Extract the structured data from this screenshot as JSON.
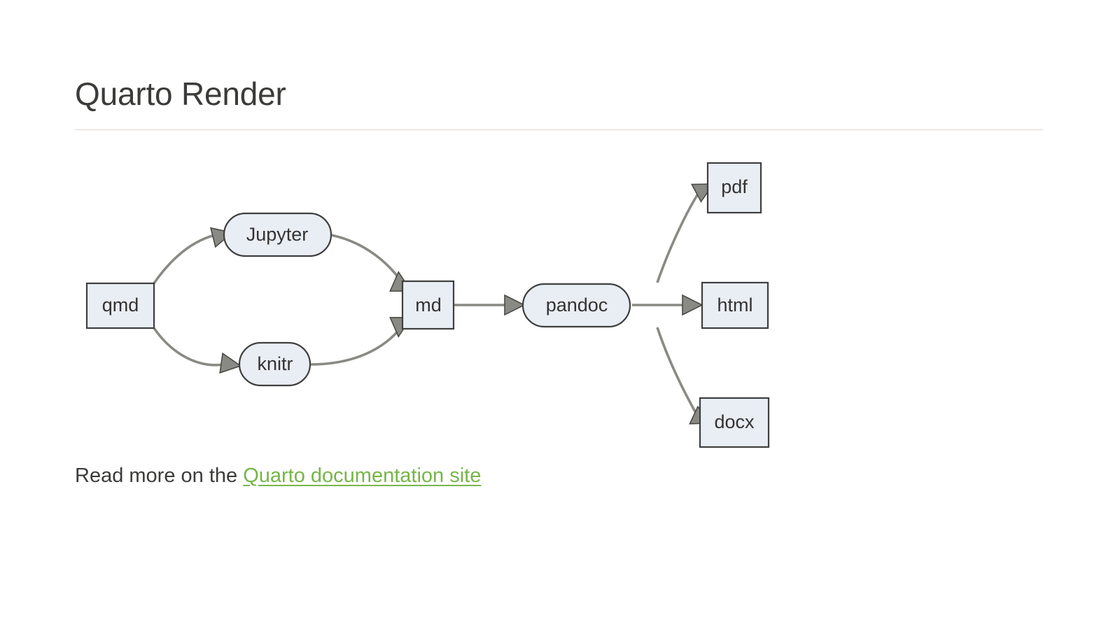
{
  "page": {
    "title": "Quarto Render"
  },
  "diagram": {
    "name": "quarto-render-flowchart",
    "type": "flowchart",
    "direction": "left-to-right",
    "node_fill": "#e9edf4",
    "node_stroke": "#3f3f3f",
    "edge_stroke": "#8a8a84",
    "nodes": [
      {
        "id": "qmd",
        "label": "qmd",
        "shape": "rect"
      },
      {
        "id": "jupyter",
        "label": "Jupyter",
        "shape": "stadium"
      },
      {
        "id": "knitr",
        "label": "knitr",
        "shape": "stadium"
      },
      {
        "id": "md",
        "label": "md",
        "shape": "rect"
      },
      {
        "id": "pandoc",
        "label": "pandoc",
        "shape": "stadium"
      },
      {
        "id": "pdf",
        "label": "pdf",
        "shape": "rect"
      },
      {
        "id": "html",
        "label": "html",
        "shape": "rect"
      },
      {
        "id": "docx",
        "label": "docx",
        "shape": "rect"
      }
    ],
    "edges": [
      {
        "from": "qmd",
        "to": "jupyter"
      },
      {
        "from": "qmd",
        "to": "knitr"
      },
      {
        "from": "jupyter",
        "to": "md"
      },
      {
        "from": "knitr",
        "to": "md"
      },
      {
        "from": "md",
        "to": "pandoc"
      },
      {
        "from": "pandoc",
        "to": "pdf"
      },
      {
        "from": "pandoc",
        "to": "html"
      },
      {
        "from": "pandoc",
        "to": "docx"
      }
    ]
  },
  "footer": {
    "read_more_prefix": "Read more on the ",
    "link_text": "Quarto documentation site",
    "link_color": "#76b648"
  }
}
